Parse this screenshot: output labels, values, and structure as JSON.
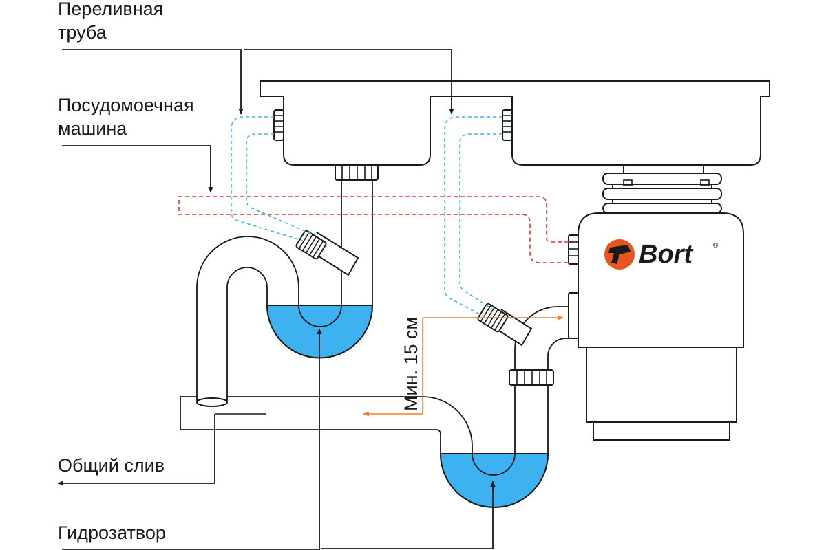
{
  "labels": {
    "overflow_line1": "Переливная",
    "overflow_line2": "труба",
    "dishwasher_line1": "Посудомоечная",
    "dishwasher_line2": "машина",
    "common_drain": "Общий слив",
    "water_seal": "Гидрозатвор",
    "min_distance": "Мин. 15 см"
  },
  "brand": {
    "name": "Bort",
    "mark": "®",
    "accent_color": "#e8551f"
  },
  "colors": {
    "water": "#3eb1f0",
    "overflow_dash": "#4db3e6",
    "dishwasher_dash": "#e0342c",
    "dimension": "#ef7d2f",
    "outline": "#1a1a1a"
  }
}
